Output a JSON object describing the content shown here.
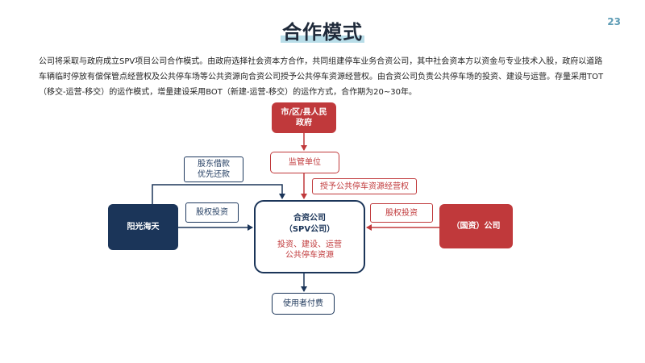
{
  "page": {
    "number": "23",
    "title": "合作模式",
    "intro": "公司将采取与政府成立SPV项目公司合作模式。由政府选择社会资本方合作，共同组建停车业务合资公司，其中社会资本方以资金与专业技术入股，政府以道路车辆临时停放有偿保管点经营权及公共停车场等公共资源向合资公司授予公共停车资源经营权。由合资公司负责公共停车场的投资、建设与运营。存量采用TOT（移交-运营-移交）的运作模式，增量建设采用BOT（新建-运营-移交）的运作方式，合作期为20~30年。"
  },
  "diagram": {
    "government": {
      "line1": "市/区/县人民",
      "line2": "政府"
    },
    "supervisor": "监管单位",
    "grant": "授予公共停车资源经营权",
    "loan": {
      "line1": "股东借款",
      "line2": "优先还款"
    },
    "equity_left": "股权投资",
    "equity_right": "股权投资",
    "yangguang": "阳光海天",
    "guozi": "（国资）公司",
    "jv": {
      "name1": "合资公司",
      "name2": "（SPV公司）",
      "desc1": "投资、建设、运营",
      "desc2": "公共停车资源"
    },
    "user": "使用者付费",
    "colors": {
      "navy": "#1b3559",
      "red": "#c0393b",
      "accent": "#5f9db6"
    }
  }
}
